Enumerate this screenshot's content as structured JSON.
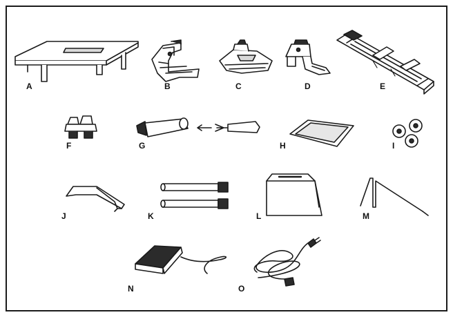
{
  "colors": {
    "stroke": "#1a1a1a",
    "fill": "#ffffff",
    "shade": "#bdbdbd",
    "dark": "#2b2b2b"
  },
  "items": [
    {
      "letter": "A",
      "icon": "extension-table-icon"
    },
    {
      "letter": "B",
      "icon": "zigzag-presser-foot-icon"
    },
    {
      "letter": "C",
      "icon": "satin-stitch-foot-icon"
    },
    {
      "letter": "D",
      "icon": "zipper-foot-icon"
    },
    {
      "letter": "E",
      "icon": "buttonhole-foot-icon"
    },
    {
      "letter": "F",
      "icon": "button-sewing-foot-icon"
    },
    {
      "letter": "G",
      "icon": "seam-ripper-brush-icon"
    },
    {
      "letter": "H",
      "icon": "needle-pack-icon"
    },
    {
      "letter": "I",
      "icon": "bobbins-icon"
    },
    {
      "letter": "J",
      "icon": "edge-guide-icon"
    },
    {
      "letter": "K",
      "icon": "spool-pins-icon"
    },
    {
      "letter": "L",
      "icon": "dust-cover-icon"
    },
    {
      "letter": "M",
      "icon": "screwdriver-icon"
    },
    {
      "letter": "N",
      "icon": "foot-pedal-icon"
    },
    {
      "letter": "O",
      "icon": "power-cord-icon"
    }
  ]
}
